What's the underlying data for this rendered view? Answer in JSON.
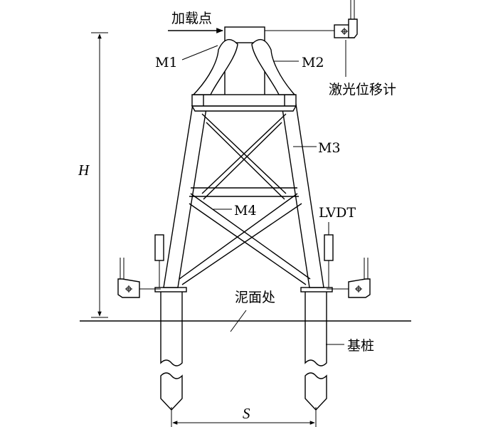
{
  "labels": {
    "loading_point": "加载点",
    "m1": "M1",
    "m2": "M2",
    "m3": "M3",
    "m4": "M4",
    "laser": "激光位移计",
    "lvdt": "LVDT",
    "mudline": "泥面处",
    "pile": "基桩",
    "height": "H",
    "spacing": "S"
  }
}
